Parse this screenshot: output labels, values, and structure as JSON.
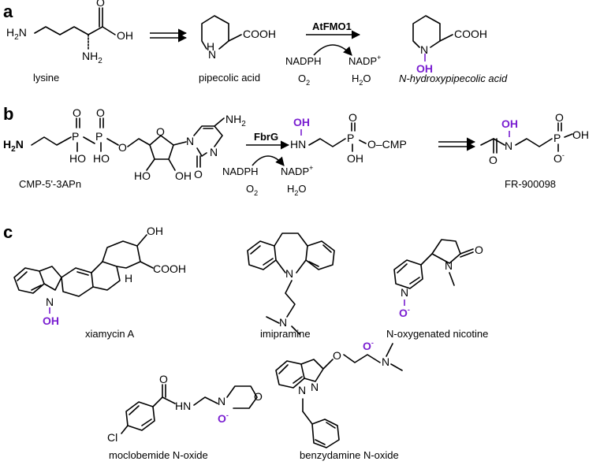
{
  "colors": {
    "highlight": "#7a1fd1",
    "ink": "#000000",
    "background": "#ffffff"
  },
  "panels": {
    "a": "a",
    "b": "b",
    "c": "c"
  },
  "panel_a": {
    "compounds": [
      "lysine",
      "pipecolic acid",
      "N-hydroxypipecolic acid"
    ],
    "enzyme": "AtFMO1",
    "cofactor_in": "NADPH",
    "cofactor_out": "NADP",
    "oxygen": "O",
    "water": "H",
    "atoms": {
      "h2n": "H",
      "nh2": "NH",
      "oh": "OH",
      "cooh": "COOH",
      "nh": "N",
      "h": "H",
      "n": "N",
      "oh_p": "OH"
    }
  },
  "panel_b": {
    "compounds": [
      "CMP-5'-3APn",
      "FR-900098"
    ],
    "enzyme": "FbrG",
    "cofactor_in": "NADPH",
    "cofactor_out": "NADP",
    "oxygen": "O",
    "water": "H",
    "atoms": {
      "h2n": "H",
      "p": "P",
      "o": "O",
      "ho": "HO",
      "oh": "OH",
      "nh2": "NH",
      "n": "N",
      "hn": "HN",
      "o_cmp": "O–CMP",
      "oh_p": "OH",
      "o_minus": "O"
    }
  },
  "panel_c": {
    "compounds": [
      "xiamycin A",
      "imipramine",
      "N-oxygenated nicotine",
      "moclobemide N-oxide",
      "benzydamine N-oxide"
    ],
    "atoms": {
      "oh": "OH",
      "cooh": "COOH",
      "h": "H",
      "n": "N",
      "o": "O",
      "cl": "Cl",
      "nh": "H",
      "oh_p": "OH",
      "o_minus": "O"
    }
  }
}
